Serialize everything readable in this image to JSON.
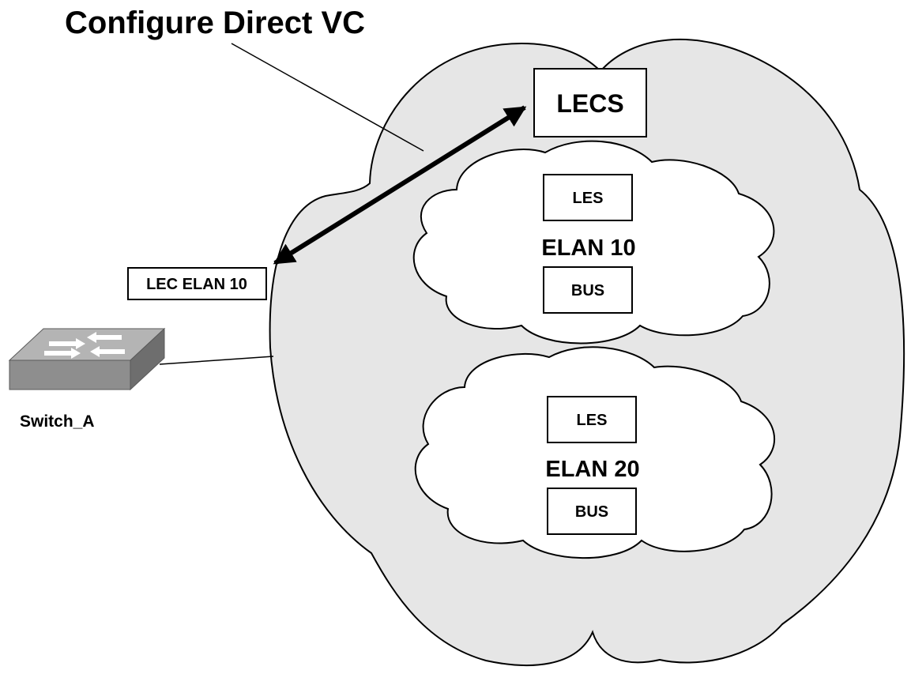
{
  "title": "Configure Direct VC",
  "lecs_label": "LECS",
  "lec_label": "LEC ELAN 10",
  "switch_label": "Switch_A",
  "elans": [
    {
      "name": "ELAN 10",
      "les_label": "LES",
      "bus_label": "BUS"
    },
    {
      "name": "ELAN 20",
      "les_label": "LES",
      "bus_label": "BUS"
    }
  ],
  "colors": {
    "cloud_fill": "#e6e6e6",
    "inner_cloud_fill": "#ffffff",
    "stroke": "#000000",
    "switch_top": "#b4b4b4",
    "switch_side": "#7a7a7a"
  }
}
